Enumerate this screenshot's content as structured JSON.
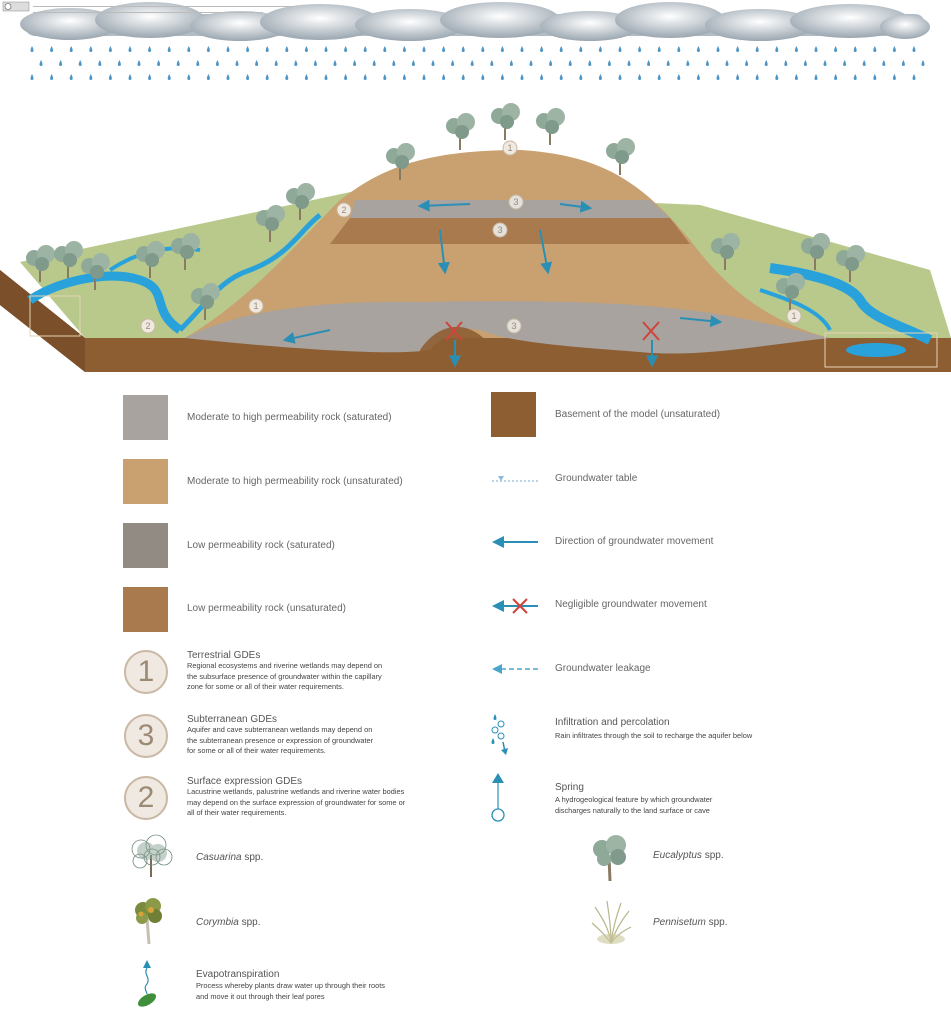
{
  "diagram": {
    "labels": {
      "num1_a": "1",
      "num1_b": "1",
      "num1_c": "1",
      "num2_a": "2",
      "num2_b": "2",
      "num3_a": "3",
      "num3_b": "3",
      "num3_c": "3"
    },
    "colors": {
      "sat_high": "#a8a39e",
      "unsat_high": "#c9a070",
      "sat_low": "#928b84",
      "unsat_low": "#a97a4d",
      "basement": "#8e5e33",
      "water": "#29a2dc",
      "arrow": "#2a8fb5",
      "cross": "#d0433b",
      "grass": "#b8c98b"
    }
  },
  "legend": {
    "left": [
      {
        "label": "Moderate to high permeability rock (saturated)"
      },
      {
        "label": "Moderate to high permeability rock (unsaturated)"
      },
      {
        "label": "Low permeability rock (saturated)"
      },
      {
        "label": "Low permeability rock (unsaturated)"
      }
    ],
    "right": [
      {
        "label": "Basement of the model (unsaturated)"
      },
      {
        "label": "Groundwater table"
      },
      {
        "label": "Direction of groundwater movement"
      },
      {
        "label": "Negligible groundwater movement"
      },
      {
        "label": "Groundwater leakage"
      }
    ],
    "gde": [
      {
        "number": "1",
        "title": "Terrestrial GDEs",
        "lines": [
          "Regional ecosystems and riverine wetlands may depend on",
          "the subsurface presence of groundwater within the capillary",
          "zone for some or all of their water requirements."
        ]
      },
      {
        "number": "3",
        "title": "Subterranean GDEs",
        "lines": [
          "Aquifer and cave subterranean wetlands may depend on",
          "the subterranean presence or expression of groundwater",
          "for some or all of their water requirements."
        ]
      },
      {
        "number": "2",
        "title": "Surface expression GDEs",
        "lines": [
          "Lacustrine wetlands, palustrine wetlands and riverine water bodies",
          "may depend on the surface expression of groundwater for some or",
          "all of their water requirements."
        ]
      }
    ],
    "infiltration": {
      "title": "Infiltration and percolation",
      "desc": "Rain infiltrates through the soil to recharge the aquifer below"
    },
    "spring": {
      "title": "Spring",
      "lines": [
        "A hydrogeological feature by which groundwater",
        "discharges naturally to the land surface or cave"
      ]
    },
    "species": {
      "casuarina": {
        "genus": "Casuarina",
        "suffix": " spp."
      },
      "corymbia": {
        "genus": "Corymbia",
        "suffix": " spp."
      },
      "eucalyptus": {
        "genus": "Eucalyptus",
        "suffix": " spp."
      },
      "pennisetum": {
        "genus": "Pennisetum",
        "suffix": " spp."
      }
    },
    "evapotranspiration": {
      "title": "Evapotranspiration",
      "lines": [
        "Process whereby plants draw water up through their roots",
        "and move it out through their leaf pores"
      ]
    }
  }
}
